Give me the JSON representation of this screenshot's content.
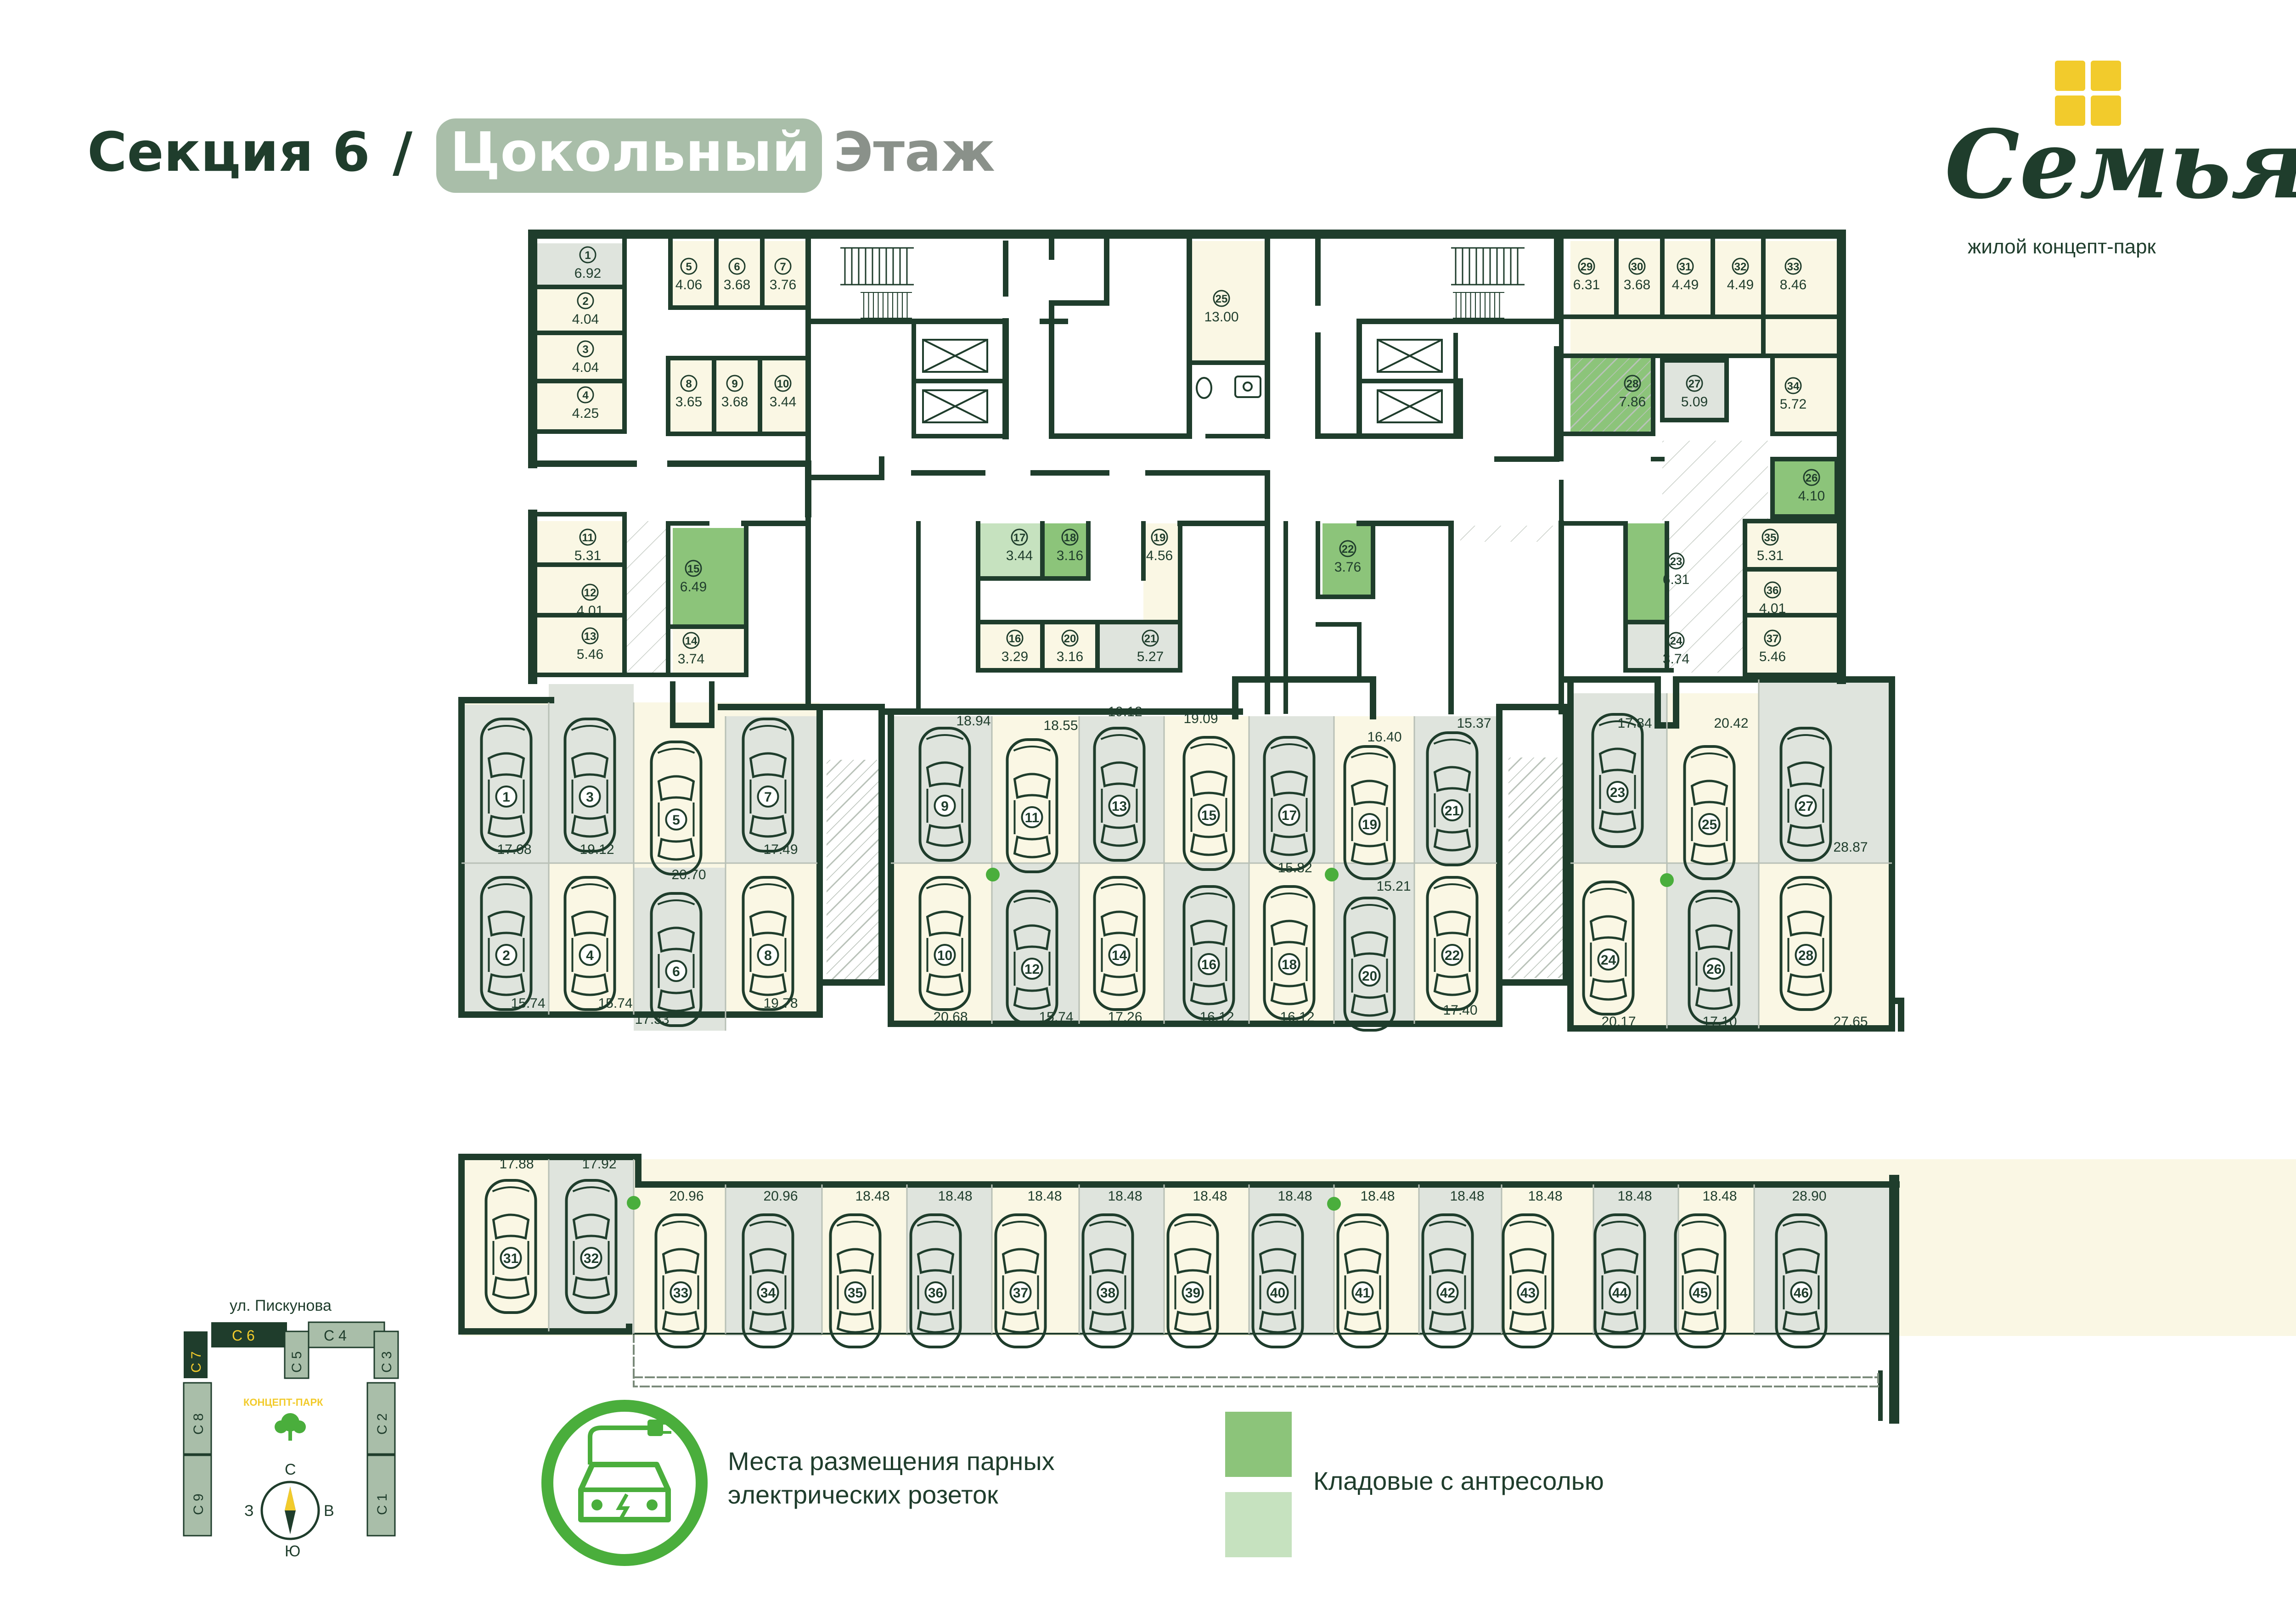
{
  "header": {
    "section": "Секция 6",
    "slash": "/",
    "floor_badge": "Цокольный",
    "floor_word": "Этаж"
  },
  "brand": {
    "name": "Семья",
    "tagline": "жилой концепт-парк"
  },
  "colors": {
    "dark_green": "#1f3d2c",
    "badge_bg": "#a9bea9",
    "cream": "#faf7e4",
    "grey_green": "#dfe4dd",
    "storage_dark": "#8cc47a",
    "storage_light": "#c6e2bf",
    "socket_green": "#4aae3c",
    "logo_yellow": "#f2cb2c"
  },
  "storage": [
    {
      "n": "1",
      "a": "6.92"
    },
    {
      "n": "2",
      "a": "4.04"
    },
    {
      "n": "3",
      "a": "4.04"
    },
    {
      "n": "4",
      "a": "4.25"
    },
    {
      "n": "5",
      "a": "4.06"
    },
    {
      "n": "6",
      "a": "3.68"
    },
    {
      "n": "7",
      "a": "3.76"
    },
    {
      "n": "8",
      "a": "3.65"
    },
    {
      "n": "9",
      "a": "3.68"
    },
    {
      "n": "10",
      "a": "3.44"
    },
    {
      "n": "11",
      "a": "5.31"
    },
    {
      "n": "12",
      "a": "4.01"
    },
    {
      "n": "13",
      "a": "5.46"
    },
    {
      "n": "14",
      "a": "3.74"
    },
    {
      "n": "15",
      "a": "6.49"
    },
    {
      "n": "16",
      "a": "3.29"
    },
    {
      "n": "17",
      "a": "3.44"
    },
    {
      "n": "18",
      "a": "3.16"
    },
    {
      "n": "19",
      "a": "4.56"
    },
    {
      "n": "20",
      "a": "3.16"
    },
    {
      "n": "21",
      "a": "5.27"
    },
    {
      "n": "22",
      "a": "3.76"
    },
    {
      "n": "23",
      "a": "6.31"
    },
    {
      "n": "24",
      "a": "3.74"
    },
    {
      "n": "25",
      "a": "13.00"
    },
    {
      "n": "26",
      "a": "4.10"
    },
    {
      "n": "27",
      "a": "5.09"
    },
    {
      "n": "28",
      "a": "7.86"
    },
    {
      "n": "29",
      "a": "6.31"
    },
    {
      "n": "30",
      "a": "3.68"
    },
    {
      "n": "31",
      "a": "4.49"
    },
    {
      "n": "32",
      "a": "4.49"
    },
    {
      "n": "33",
      "a": "8.46"
    },
    {
      "n": "34",
      "a": "5.72"
    },
    {
      "n": "35",
      "a": "5.31"
    },
    {
      "n": "36",
      "a": "4.01"
    },
    {
      "n": "37",
      "a": "5.46"
    }
  ],
  "parking": [
    {
      "n": "1",
      "a": "17.08"
    },
    {
      "n": "2",
      "a": "15.74"
    },
    {
      "n": "3",
      "a": "19.12"
    },
    {
      "n": "4",
      "a": "15.74"
    },
    {
      "n": "5",
      "a": "20.70"
    },
    {
      "n": "6",
      "a": "17.33"
    },
    {
      "n": "7",
      "a": "17.49"
    },
    {
      "n": "8",
      "a": "19.78"
    },
    {
      "n": "9",
      "a": "18.94"
    },
    {
      "n": "10",
      "a": "20.68"
    },
    {
      "n": "11",
      "a": "18.55"
    },
    {
      "n": "12",
      "a": "15.74"
    },
    {
      "n": "13",
      "a": "19.12"
    },
    {
      "n": "14",
      "a": "17.26"
    },
    {
      "n": "15",
      "a": "19.09"
    },
    {
      "n": "16",
      "a": "16.12"
    },
    {
      "n": "17",
      "a": "15.82"
    },
    {
      "n": "18",
      "a": "16.12"
    },
    {
      "n": "19",
      "a": "16.40"
    },
    {
      "n": "20",
      "a": "15.21"
    },
    {
      "n": "21",
      "a": "15.37"
    },
    {
      "n": "22",
      "a": "17.40"
    },
    {
      "n": "23",
      "a": "17.84"
    },
    {
      "n": "24",
      "a": "20.17"
    },
    {
      "n": "25",
      "a": "20.42"
    },
    {
      "n": "26",
      "a": "17.10"
    },
    {
      "n": "27",
      "a": "28.87"
    },
    {
      "n": "28",
      "a": "27.65"
    },
    {
      "n": "31",
      "a": "17.88"
    },
    {
      "n": "32",
      "a": "17.92"
    },
    {
      "n": "33",
      "a": "20.96"
    },
    {
      "n": "34",
      "a": "20.96"
    },
    {
      "n": "35",
      "a": "18.48"
    },
    {
      "n": "36",
      "a": "18.48"
    },
    {
      "n": "37",
      "a": "18.48"
    },
    {
      "n": "38",
      "a": "18.48"
    },
    {
      "n": "39",
      "a": "18.48"
    },
    {
      "n": "40",
      "a": "18.48"
    },
    {
      "n": "41",
      "a": "18.48"
    },
    {
      "n": "42",
      "a": "18.48"
    },
    {
      "n": "43",
      "a": "18.48"
    },
    {
      "n": "44",
      "a": "18.48"
    },
    {
      "n": "45",
      "a": "18.48"
    },
    {
      "n": "46",
      "a": "28.90"
    }
  ],
  "minimap": {
    "street": "ул. Пискунова",
    "park": "КОНЦЕПТ-ПАРК",
    "sections": [
      "С 7",
      "С 6",
      "С 5",
      "С 4",
      "С 3",
      "С 8",
      "С 2",
      "С 9",
      "С 1"
    ],
    "compass": {
      "n": "С",
      "w": "З",
      "e": "В",
      "s": "Ю"
    }
  },
  "legend": {
    "sockets": [
      "Места размещения парных",
      "электрических розеток"
    ],
    "storage": "Кладовые с антресолью"
  }
}
